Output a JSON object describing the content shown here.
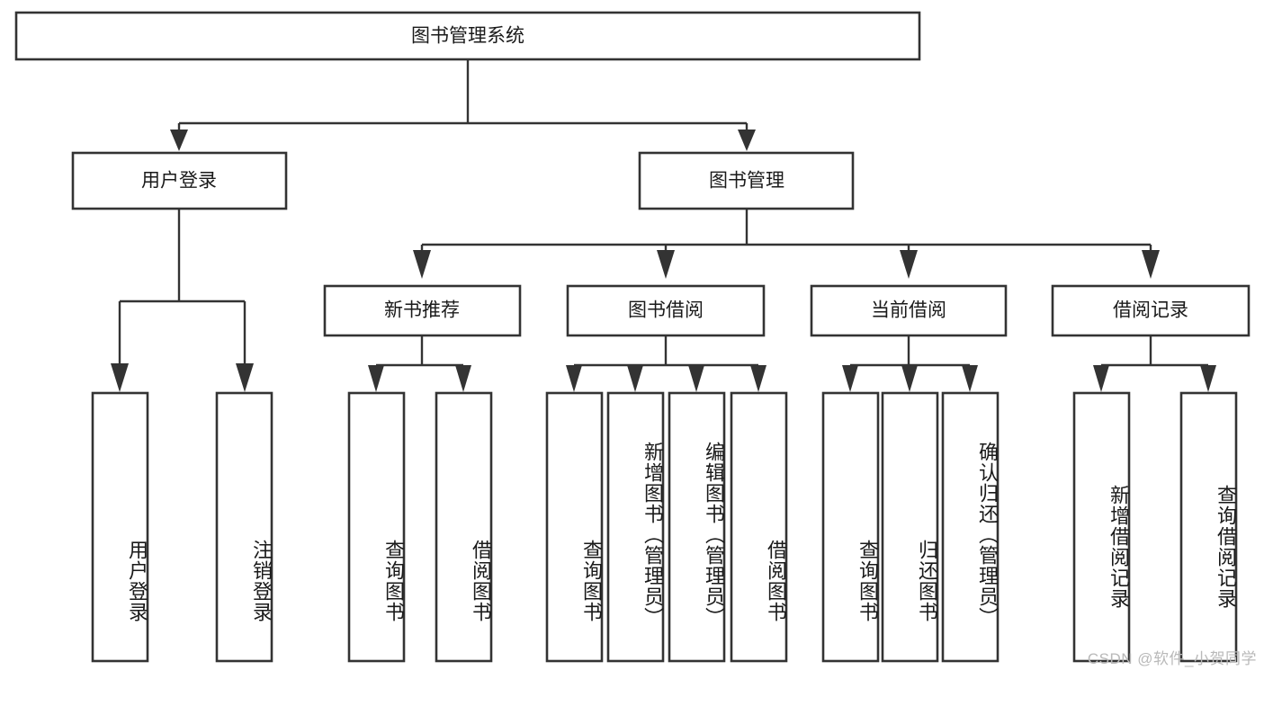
{
  "diagram": {
    "title": "图书管理系统",
    "type": "tree-hierarchy",
    "watermark": "CSDN @软件_小贺同学",
    "colors": {
      "box_stroke": "#333333",
      "box_fill": "#ffffff",
      "connector": "#333333",
      "text": "#1a1a1a",
      "background": "#ffffff",
      "watermark": "#b9b9b9"
    },
    "root": {
      "label": "图书管理系统"
    },
    "level2": [
      {
        "label": "用户登录"
      },
      {
        "label": "图书管理"
      }
    ],
    "level3": [
      {
        "label": "新书推荐"
      },
      {
        "label": "图书借阅"
      },
      {
        "label": "当前借阅"
      },
      {
        "label": "借阅记录"
      }
    ],
    "leaves": {
      "user_login": [
        {
          "label": "用户登录"
        },
        {
          "label": "注销登录"
        }
      ],
      "new_book_recommend": [
        {
          "label": "查询图书"
        },
        {
          "label": "借阅图书"
        }
      ],
      "book_borrow": [
        {
          "label": "查询图书"
        },
        {
          "label": "新增图书（管理员）"
        },
        {
          "label": "编辑图书（管理员）"
        },
        {
          "label": "借阅图书"
        }
      ],
      "current_borrow": [
        {
          "label": "查询图书"
        },
        {
          "label": "归还图书"
        },
        {
          "label": "确认归还（管理员）"
        }
      ],
      "borrow_record": [
        {
          "label": "新增借阅记录"
        },
        {
          "label": "查询借阅记录"
        }
      ]
    }
  }
}
